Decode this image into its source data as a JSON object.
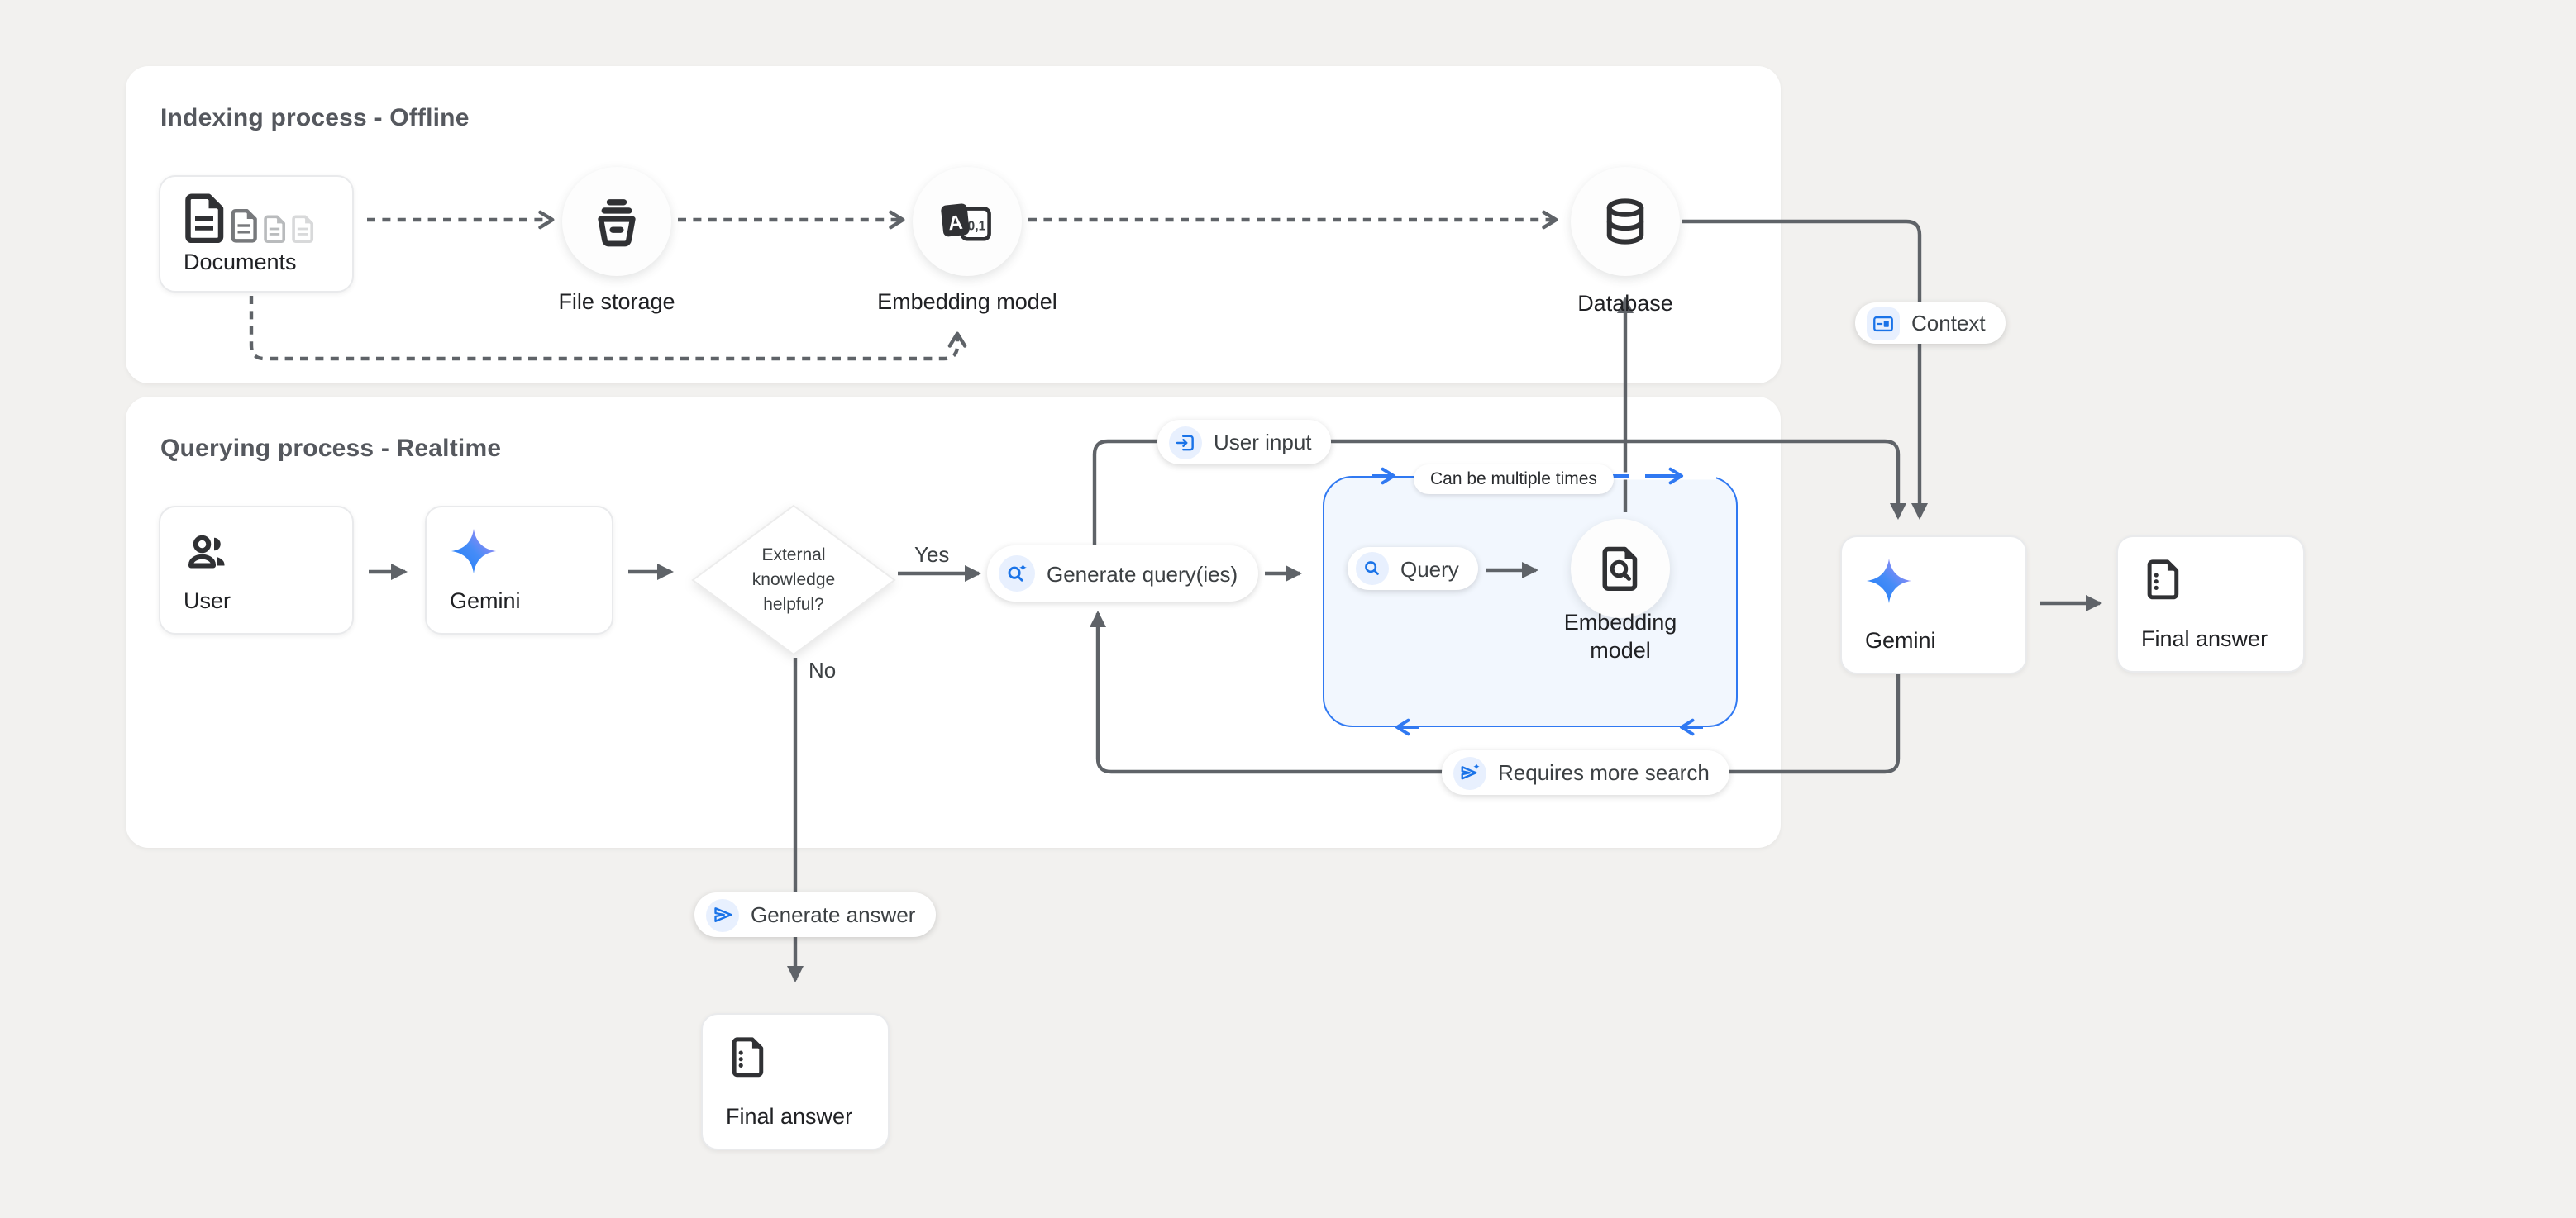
{
  "colors": {
    "page_bg": "#f2f1ef",
    "panel_bg": "#ffffff",
    "line_gray": "#5f6368",
    "icon_dark": "#303134",
    "accent_blue": "#1a73e8",
    "loop_blue": "#3079f2",
    "chip_bg": "#e8f0fe"
  },
  "indexing": {
    "title": "Indexing process - Offline",
    "documents": "Documents",
    "file_storage": "File storage",
    "embedding_model": "Embedding model",
    "database": "Database"
  },
  "querying": {
    "title": "Querying process - Realtime",
    "user": "User",
    "gemini": "Gemini",
    "decision_l1": "External",
    "decision_l2": "knowledge",
    "decision_l3": "helpful?",
    "yes": "Yes",
    "no": "No",
    "generate_queries": "Generate query(ies)",
    "user_input": "User input",
    "can_multiple": "Can be multiple times",
    "query": "Query",
    "embedding_model": "Embedding model",
    "requires_more": "Requires more search",
    "context": "Context",
    "gemini_right": "Gemini",
    "final_answer_right": "Final answer",
    "generate_answer": "Generate answer",
    "final_answer_bottom": "Final answer"
  }
}
